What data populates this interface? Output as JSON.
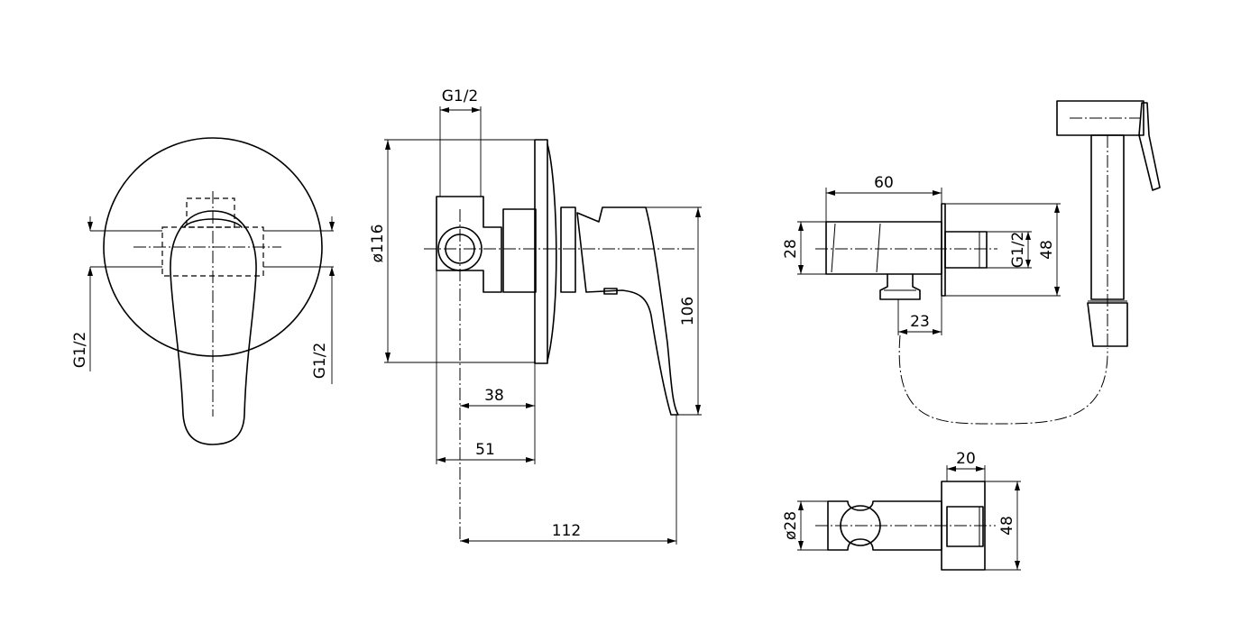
{
  "dimensions": {
    "inlet_front_left": "G1/2",
    "inlet_front_right": "G1/2",
    "inlet_top": "G1/2",
    "plate_diameter": "ø116",
    "depth_38": "38",
    "depth_51": "51",
    "handle_height": "106",
    "total_depth": "112",
    "elbow_width": "60",
    "elbow_height": "28",
    "elbow_thread": "G1/2",
    "elbow_flange": "48",
    "elbow_outlet": "23",
    "holder_depth": "20",
    "holder_ring": "ø28",
    "holder_flange": "48"
  }
}
